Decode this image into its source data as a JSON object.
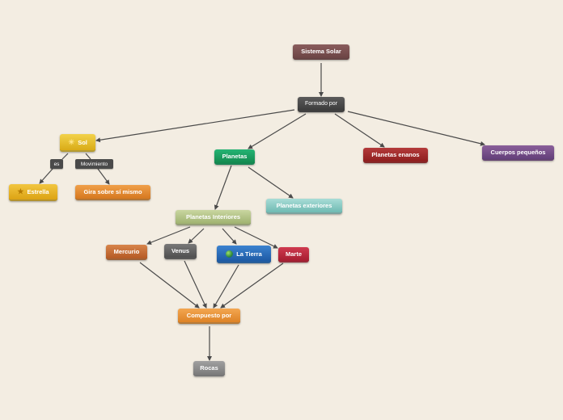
{
  "nodes": {
    "sistema_solar": "Sistema Solar",
    "formado_por": "Formado por",
    "sol": "Sol",
    "planetas": "Planetas",
    "planetas_enanos": "Planetas enanos",
    "cuerpos_pequenos": "Cuerpos pequeños",
    "es": "es",
    "movimiento": "Movimiento",
    "estrella": "Estrella",
    "gira": "Gira sobre sí mismo",
    "planetas_exteriores": "Planetas exteriores",
    "planetas_interiores": "Planetas Interiores",
    "mercurio": "Mercurio",
    "venus": "Venus",
    "la_tierra": "La Tierra",
    "marte": "Marte",
    "compuesto_por": "Compuesto por",
    "rocas": "Rocas"
  },
  "icons": {
    "sol": "sun-icon",
    "estrella": "star-icon",
    "la_tierra": "globe-icon"
  },
  "colors": {
    "background": "#f3ede2",
    "edge": "#4a4a4a"
  }
}
